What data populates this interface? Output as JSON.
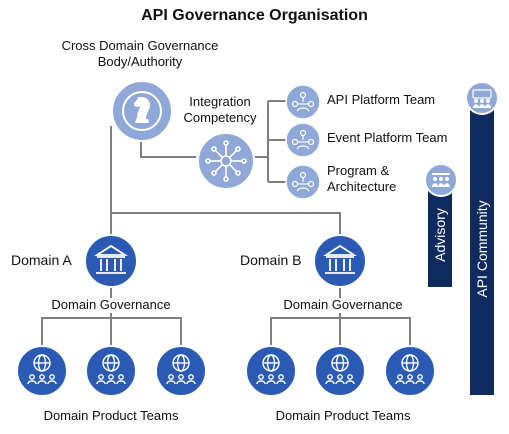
{
  "title": "API Governance Organisation",
  "cross_domain": {
    "label_line1": "Cross Domain Governance",
    "label_line2": "Body/Authority"
  },
  "integration": {
    "label_line1": "Integration",
    "label_line2": "Competency"
  },
  "teams": [
    {
      "label_line1": "API Platform Team",
      "label_line2": ""
    },
    {
      "label_line1": "Event Platform Team",
      "label_line2": ""
    },
    {
      "label_line1": "Program &",
      "label_line2": "Architecture"
    }
  ],
  "domains": [
    {
      "name": "Domain A",
      "governance": "Domain Governance",
      "teams_label": "Domain Product Teams"
    },
    {
      "name": "Domain B",
      "governance": "Domain Governance",
      "teams_label": "Domain Product Teams"
    }
  ],
  "advisory": "Advisory",
  "api_community": "API Community",
  "colors": {
    "light_node": "#8fa8d8",
    "dark_node": "#2b5ab5",
    "navy": "#0e2a5e",
    "line": "#7f7f7f"
  },
  "icons": {
    "cross_domain": "chess-knight-icon",
    "integration": "network-hub-icon",
    "team": "people-network-icon",
    "domain": "bank-building-icon",
    "product_team": "globe-people-icon"
  }
}
